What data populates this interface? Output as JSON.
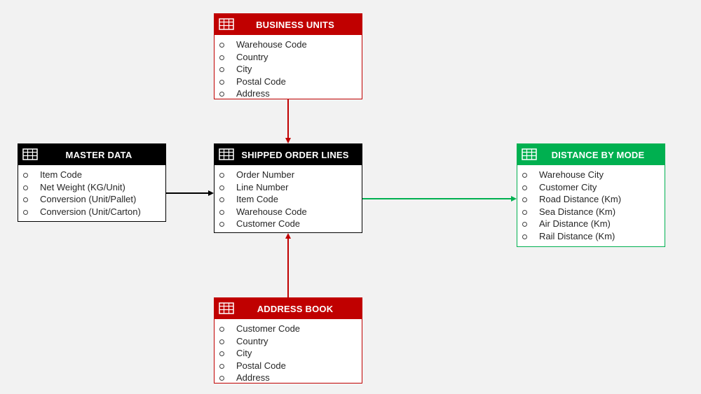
{
  "colors": {
    "background": "#f2f2f2",
    "red": "#c00000",
    "black": "#000000",
    "green": "#00b050"
  },
  "tables": {
    "business_units": {
      "title": "BUSINESS UNITS",
      "icon": "table-icon",
      "fields": [
        "Warehouse Code",
        "Country",
        "City",
        "Postal Code",
        "Address"
      ]
    },
    "master_data": {
      "title": "MASTER DATA",
      "icon": "table-icon",
      "fields": [
        "Item Code",
        "Net Weight (KG/Unit)",
        "Conversion (Unit/Pallet)",
        "Conversion (Unit/Carton)"
      ]
    },
    "shipped_order_lines": {
      "title": "SHIPPED ORDER LINES",
      "icon": "table-icon",
      "fields": [
        "Order Number",
        "Line Number",
        "Item Code",
        "Warehouse Code",
        "Customer Code"
      ]
    },
    "distance_by_mode": {
      "title": "DISTANCE BY MODE",
      "icon": "table-icon",
      "fields": [
        "Warehouse City",
        "Customer City",
        "Road Distance (Km)",
        "Sea Distance (Km)",
        "Air Distance (Km)",
        "Rail Distance (Km)"
      ]
    },
    "address_book": {
      "title": "ADDRESS BOOK",
      "icon": "table-icon",
      "fields": [
        "Customer Code",
        "Country",
        "City",
        "Postal Code",
        "Address"
      ]
    }
  }
}
